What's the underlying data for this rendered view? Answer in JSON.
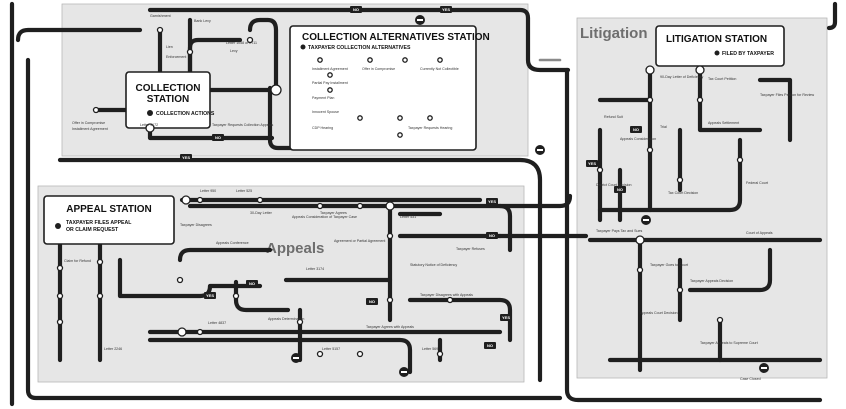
{
  "zones": {
    "litigation": "Litigation",
    "appeals": "Appeals"
  },
  "stations": {
    "collection": {
      "title_line1": "COLLECTION",
      "title_line2": "STATION",
      "subtitle": "COLLECTION ACTIONS"
    },
    "alternatives": {
      "title": "COLLECTION ALTERNATIVES STATION",
      "subtitle": "TAXPAYER COLLECTION ALTERNATIVES"
    },
    "litigation": {
      "title": "LITIGATION STATION",
      "subtitle": "FILED BY TAXPAYER"
    },
    "appeal": {
      "title": "APPEAL STATION",
      "subtitle_line1": "TAXPAYER FILES APPEAL",
      "subtitle_line2": "OR CLAIM REQUEST"
    }
  },
  "tags": {
    "yes": "YES",
    "no": "NO"
  },
  "labels": {
    "collection": [
      "Garnishment",
      "Bank Levy",
      "Lien",
      "Levy",
      "Enforcement",
      "Letter 1058 or LT11",
      "Taxpayer Requests Collection Appeals",
      "Letter 3172",
      "Offer in Compromise",
      "Installment Agreement"
    ],
    "alternatives": [
      "Installment Agreement",
      "Offer in Compromise",
      "Currently Not Collectible",
      "Partial Pay Installment",
      "Payment Plan",
      "Innocent Spouse",
      "CDP Hearing",
      "Taxpayer Requests Hearing"
    ],
    "litigation": [
      "90-Day Letter of Deficiency",
      "Tax Court Petition",
      "Refund Suit",
      "Appeals Consideration",
      "District Court Decision",
      "Tax Court Decision",
      "Federal Court",
      "Taxpayer Files Petition for Review",
      "Appeals Settlement",
      "Trial",
      "Court of Appeals"
    ],
    "appeals": [
      "Letter 950",
      "Letter 525",
      "Taxpayer Agrees",
      "Taxpayer Disagrees",
      "30-Day Letter",
      "Appeals Conference",
      "Letter 3174",
      "Letter 531",
      "Appeals Consideration of Taxpayer Case",
      "Taxpayer Refuses",
      "Agreement or Partial Agreement",
      "Letter 4837",
      "Letter 5157",
      "Letter 569",
      "Claim for Refund",
      "Appeals Determination",
      "Taxpayer Agrees with Appeals",
      "Taxpayer Disagrees with Appeals",
      "Letter 2246",
      "Statutory Notice of Deficiency"
    ],
    "bottom": [
      "Taxpayer Pays Tax and Sues",
      "Taxpayer Goes to Court",
      "Taxpayer Appeals Decision",
      "Appeals Court Decision",
      "Taxpayer Appeals to Supreme Court",
      "Case Closed"
    ]
  }
}
